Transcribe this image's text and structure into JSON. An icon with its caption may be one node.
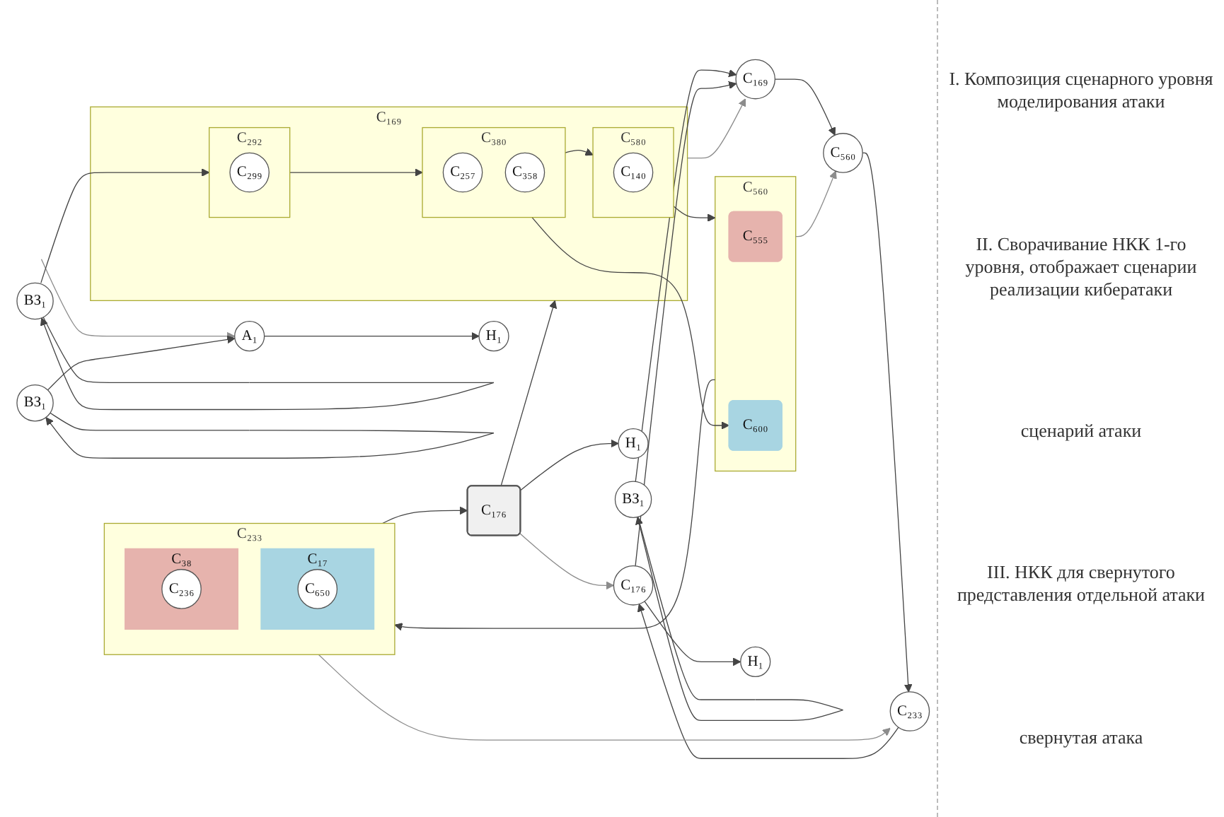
{
  "diagram": {
    "nodes": [
      {
        "text": [
          "ВЗ₁"
        ]
      },
      {
        "text": [
          "C₁₆₉"
        ]
      },
      {
        "text": [
          "C₂₉₂"
        ],
        "in": 1
      },
      {
        "text": [
          "C₂₉₉"
        ],
        "in": 2
      },
      {
        "text": [
          "C₃₈₀"
        ],
        "in": 1
      },
      {
        "text": [
          "C₂₅₇"
        ],
        "in": 4
      },
      {
        "text": [
          "C₃₅₈"
        ],
        "in": 4
      },
      {
        "text": [
          "C₅₈₀"
        ],
        "in": 1
      },
      {
        "text": [
          "C₁₄₀"
        ],
        "in": 7
      },
      {
        "text": [
          "C₅₆₀"
        ]
      },
      {
        "text": [
          "C₅₅₅"
        ],
        "in": 9
      },
      {
        "text": [
          "C₆₀₀"
        ],
        "in": 9
      },
      {
        "text": [
          "C₂₃₃"
        ]
      },
      {
        "text": [
          "C₁₇"
        ],
        "in": 12
      },
      {
        "text": [
          "C₆₅₀"
        ],
        "in": 13
      },
      {
        "text": [
          "C₃₈"
        ],
        "in": 12
      },
      {
        "text": [
          "C₂₃₆"
        ],
        "in": 15
      },
      {
        "text": [
          "C₁₇₆"
        ]
      },
      {
        "text": [
          "H₁"
        ]
      },
      {
        "text": [
          "ВЗ₁"
        ]
      },
      {
        "text": [
          "C₁₆₉"
        ]
      },
      {
        "text": [
          "C₅₆₀"
        ]
      },
      {
        "text": [
          "C₂₃₃"
        ]
      },
      {
        "text": [
          "C₁₇₆"
        ]
      },
      {
        "text": [
          "H₁"
        ]
      },
      {
        "text": [
          "ВЗ₁"
        ]
      },
      {
        "text": [
          "A₁"
        ]
      },
      {
        "text": [
          "H₁"
        ]
      }
    ],
    "edges": [
      {
        "from": 0,
        "to": 0,
        "arrow": "to"
      },
      {
        "from": 0,
        "to": 2,
        "arrow": "to"
      },
      {
        "from": 2,
        "to": 4,
        "arrow": "to"
      },
      {
        "from": 4,
        "to": 7,
        "arrow": "to"
      },
      {
        "from": 4,
        "to": 11,
        "arrow": "to"
      },
      {
        "from": 7,
        "to": 9,
        "arrow": "to"
      },
      {
        "from": 9,
        "to": 12,
        "arrow": "to"
      },
      {
        "from": 12,
        "to": 17,
        "arrow": "to"
      },
      {
        "from": 17,
        "to": 1,
        "arrow": "to"
      },
      {
        "from": 17,
        "to": 18,
        "arrow": "to"
      },
      {
        "from": 1,
        "to": 20,
        "arrow": "to",
        "color": "#8c8c8c"
      },
      {
        "from": 9,
        "to": 21,
        "arrow": "to",
        "color": "#8c8c8c"
      },
      {
        "from": 12,
        "to": 22,
        "arrow": "to",
        "color": "#8c8c8c"
      },
      {
        "from": 17,
        "to": 23,
        "arrow": "to",
        "color": "#8c8c8c"
      },
      {
        "from": 19,
        "to": 19,
        "arrow": "to"
      },
      {
        "from": 19,
        "to": 20,
        "arrow": "to"
      },
      {
        "from": 20,
        "to": 21,
        "arrow": "to"
      },
      {
        "from": 21,
        "to": 22,
        "arrow": "to"
      },
      {
        "from": 22,
        "to": 23,
        "arrow": "to"
      },
      {
        "from": 23,
        "to": 20,
        "arrow": "to"
      },
      {
        "from": 23,
        "to": 24,
        "arrow": "to"
      },
      {
        "from": null,
        "to": 26,
        "arrow": "to",
        "color": "#8c8c8c"
      },
      {
        "from": 25,
        "to": 25,
        "arrow": "to"
      },
      {
        "from": 25,
        "to": 26,
        "arrow": "to"
      },
      {
        "from": 26,
        "to": 27,
        "arrow": "to"
      }
    ],
    "labels": [
      "I. Композиция сценарного уровня моделирования атаки",
      "II. Сворачивание НКК 1-го уровня, отображает сценарии реализации кибератаки",
      "сценарий атаки",
      "III. НКК для свернутого представления отдельной атаки",
      "свернутая атака"
    ]
  }
}
